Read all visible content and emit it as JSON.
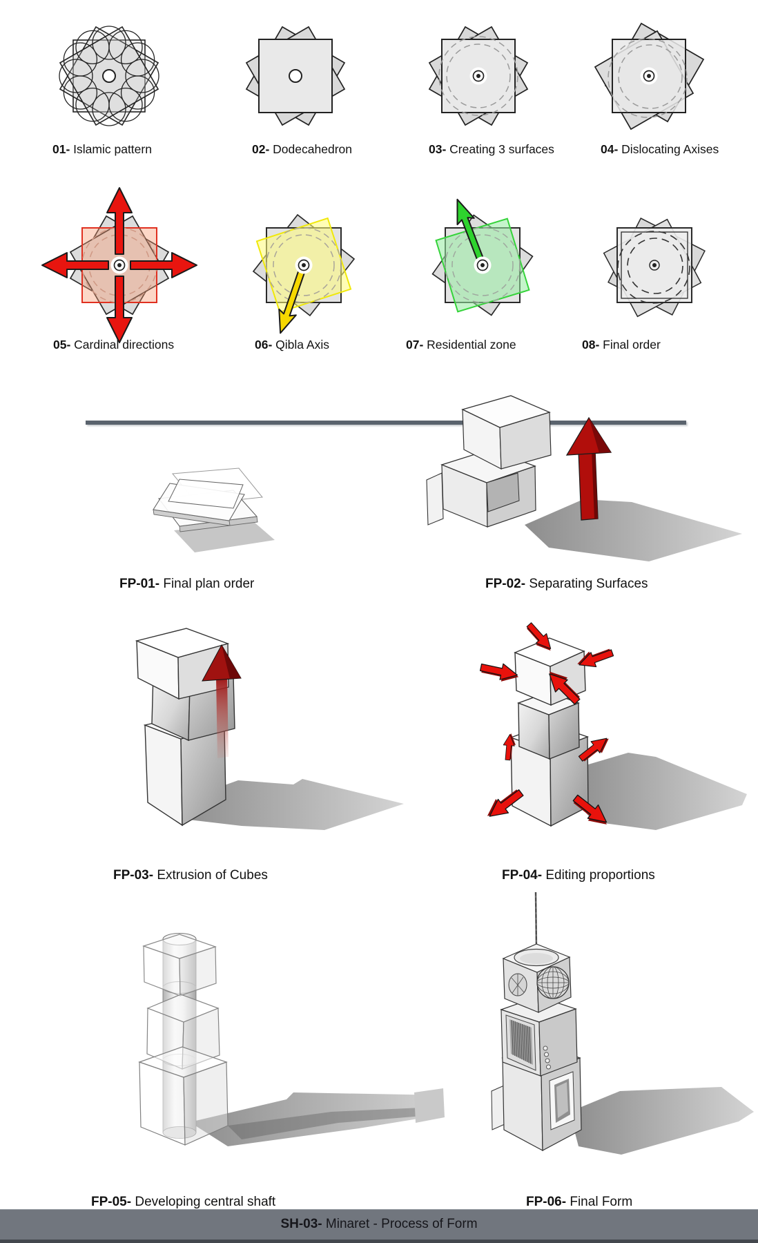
{
  "document": {
    "footer": {
      "code": "SH-03-",
      "title": "Minaret - Process of Form"
    }
  },
  "plan_steps": [
    {
      "num": "01-",
      "label": "Islamic pattern"
    },
    {
      "num": "02-",
      "label": "Dodecahedron"
    },
    {
      "num": "03-",
      "label": "Creating 3 surfaces"
    },
    {
      "num": "04-",
      "label": "Dislocating Axises"
    },
    {
      "num": "05-",
      "label": "Cardinal directions"
    },
    {
      "num": "06-",
      "label": "Qibla Axis"
    },
    {
      "num": "07-",
      "label": "Residential zone"
    },
    {
      "num": "08-",
      "label": "Final order"
    }
  ],
  "form_steps": [
    {
      "num": "FP-01-",
      "label": "Final plan order"
    },
    {
      "num": "FP-02-",
      "label": "Separating Surfaces"
    },
    {
      "num": "FP-03-",
      "label": "Extrusion of Cubes"
    },
    {
      "num": "FP-04-",
      "label": "Editing proportions"
    },
    {
      "num": "FP-05-",
      "label": "Developing central shaft"
    },
    {
      "num": "FP-06-",
      "label": "Final Form"
    }
  ],
  "accent_colors": {
    "cardinal_red": "#e8150f",
    "qibla_yellow": "#f7d800",
    "residential_green": "#2ed32e",
    "extrude_dark_red": "#9c1210",
    "edit_red": "#e8120c",
    "footer_bar": "#71767e"
  }
}
